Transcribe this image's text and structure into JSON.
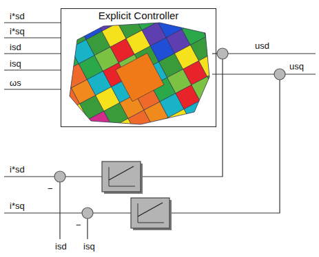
{
  "diagram": {
    "nodes": [
      {
        "text": [
          "Explicit Controller"
        ]
      }
    ],
    "labels": [
      "i*sd",
      "i*sq",
      "isd",
      "isq",
      "ωs",
      "usd",
      "usq",
      "i*sd",
      "−",
      "i*sq",
      "−",
      "isd",
      "isq"
    ]
  }
}
